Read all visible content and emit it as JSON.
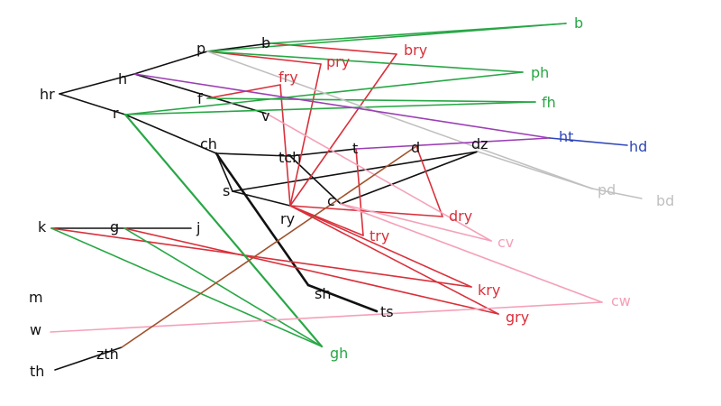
{
  "colors": {
    "black": "#111111",
    "red": "#d9303a",
    "green": "#28a745",
    "gray": "#c0c0c0",
    "purple": "#9b3fb5",
    "blue": "#2f46b8",
    "pink": "#f5a0b8",
    "brown": "#a0522d"
  },
  "labels": {
    "p": "p",
    "b": "b",
    "hr": "hr",
    "h": "h",
    "r": "r",
    "f": "f",
    "v": "v",
    "ch": "ch",
    "tch": "tch",
    "s": "s",
    "ry": "ry",
    "t": "t",
    "d": "d",
    "dz": "dz",
    "c": "c",
    "k": "k",
    "g": "g",
    "j": "j",
    "m": "m",
    "w": "w",
    "th": "th",
    "zth": "zth",
    "sh": "sh",
    "ts": "ts",
    "bry": "bry",
    "pry": "pry",
    "fry": "fry",
    "dry": "dry",
    "try": "try",
    "kry": "kry",
    "gry": "gry",
    "b_right": "b",
    "ph": "ph",
    "fh": "fh",
    "gh": "gh",
    "pd": "pd",
    "bd": "bd",
    "ht": "ht",
    "hd": "hd",
    "cv": "cv",
    "cw": "cw"
  },
  "edges": [
    {
      "from": "hr",
      "to": "h",
      "color": "black"
    },
    {
      "from": "hr",
      "to": "r",
      "color": "black"
    },
    {
      "from": "h",
      "to": "p",
      "color": "black"
    },
    {
      "from": "h",
      "to": "v",
      "color": "black"
    },
    {
      "from": "p",
      "to": "b",
      "color": "black"
    },
    {
      "from": "r",
      "to": "ch",
      "color": "black"
    },
    {
      "from": "ch",
      "to": "tch",
      "color": "black"
    },
    {
      "from": "ch",
      "to": "s",
      "color": "black"
    },
    {
      "from": "tch",
      "to": "c",
      "color": "black"
    },
    {
      "from": "tch",
      "to": "t",
      "color": "black"
    },
    {
      "from": "s",
      "to": "ry",
      "color": "black"
    },
    {
      "from": "s",
      "to": "dz",
      "color": "black"
    },
    {
      "from": "c",
      "to": "dz",
      "color": "black"
    },
    {
      "from": "k",
      "to": "g",
      "color": "black"
    },
    {
      "from": "g",
      "to": "j",
      "color": "black"
    },
    {
      "from": "th",
      "to": "zth",
      "color": "black"
    },
    {
      "from": "sh",
      "to": "ts",
      "color": "black",
      "width": 2.6
    },
    {
      "from": "ch",
      "to": "sh",
      "color": "black",
      "width": 2.6
    },
    {
      "from": "b",
      "to": "bry",
      "color": "red"
    },
    {
      "from": "bry",
      "to": "ry",
      "color": "red"
    },
    {
      "from": "p",
      "to": "pry",
      "color": "red"
    },
    {
      "from": "pry",
      "to": "ry",
      "color": "red"
    },
    {
      "from": "f",
      "to": "fry",
      "color": "red"
    },
    {
      "from": "fry",
      "to": "ry",
      "color": "red"
    },
    {
      "from": "d",
      "to": "dry",
      "color": "red"
    },
    {
      "from": "dry",
      "to": "ry",
      "color": "red"
    },
    {
      "from": "t",
      "to": "try",
      "color": "red"
    },
    {
      "from": "try",
      "to": "ry",
      "color": "red"
    },
    {
      "from": "k",
      "to": "kry",
      "color": "red"
    },
    {
      "from": "kry",
      "to": "ry",
      "color": "red"
    },
    {
      "from": "g",
      "to": "gry",
      "color": "red"
    },
    {
      "from": "gry",
      "to": "ry",
      "color": "red"
    },
    {
      "from": "b",
      "to": "b_right",
      "color": "green"
    },
    {
      "from": "p",
      "to": "b_right",
      "color": "green"
    },
    {
      "from": "p",
      "to": "ph",
      "color": "green"
    },
    {
      "from": "r",
      "to": "ph",
      "color": "green"
    },
    {
      "from": "f",
      "to": "fh",
      "color": "green"
    },
    {
      "from": "r",
      "to": "fh",
      "color": "green"
    },
    {
      "from": "r",
      "to": "gh",
      "color": "green",
      "width": 2.2
    },
    {
      "from": "k",
      "to": "gh",
      "color": "green"
    },
    {
      "from": "g",
      "to": "gh",
      "color": "green"
    },
    {
      "from": "p",
      "to": "pd",
      "color": "gray"
    },
    {
      "from": "dz",
      "to": "pd",
      "color": "gray"
    },
    {
      "from": "pd",
      "to": "bd",
      "color": "gray"
    },
    {
      "from": "h",
      "to": "ht",
      "color": "purple"
    },
    {
      "from": "t",
      "to": "ht",
      "color": "purple"
    },
    {
      "from": "ht",
      "to": "hd",
      "color": "blue"
    },
    {
      "from": "v",
      "to": "cv",
      "color": "pink"
    },
    {
      "from": "c",
      "to": "cv",
      "color": "pink"
    },
    {
      "from": "w",
      "to": "cw",
      "color": "pink"
    },
    {
      "from": "c",
      "to": "cw",
      "color": "pink"
    },
    {
      "from": "zth",
      "to": "d",
      "color": "brown"
    }
  ]
}
